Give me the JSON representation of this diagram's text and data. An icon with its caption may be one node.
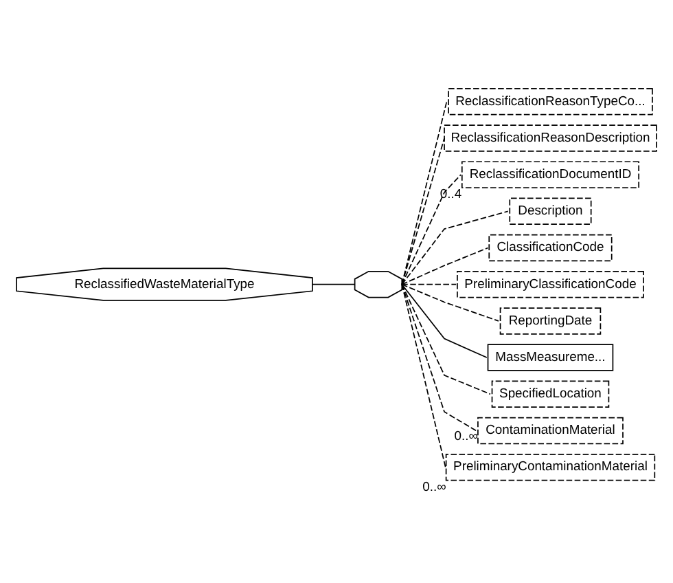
{
  "diagram": {
    "nodes": [
      {
        "text": [
          "ReclassifiedWasteMaterialType"
        ]
      },
      {
        "text": [],
        "shape": "octagon"
      },
      {
        "text": [
          "ReclassificationReasonTypeCo..."
        ]
      },
      {
        "text": [
          "ReclassificationReasonDescription"
        ]
      },
      {
        "text": [
          "ReclassificationDocumentID"
        ],
        "beside": [
          "0..4"
        ]
      },
      {
        "text": [
          "Description"
        ]
      },
      {
        "text": [
          "ClassificationCode"
        ]
      },
      {
        "text": [
          "PreliminaryClassificationCode"
        ]
      },
      {
        "text": [
          "ReportingDate"
        ]
      },
      {
        "text": [
          "MassMeasureme..."
        ]
      },
      {
        "text": [
          "SpecifiedLocation"
        ]
      },
      {
        "text": [
          "ContaminationMaterial"
        ],
        "beside": [
          "0..∞"
        ]
      },
      {
        "text": [
          "PreliminaryContaminationMaterial"
        ],
        "beside": [
          "0..∞"
        ]
      }
    ],
    "edges": [
      {
        "from": 0,
        "to": 1,
        "arrow": "none"
      },
      {
        "from": 1,
        "to": 2,
        "arrow": "none",
        "style": "dashed"
      },
      {
        "from": 1,
        "to": 3,
        "arrow": "none",
        "style": "dashed"
      },
      {
        "from": 1,
        "to": 4,
        "arrow": "none",
        "style": "dashed"
      },
      {
        "from": 1,
        "to": 5,
        "arrow": "none",
        "style": "dashed"
      },
      {
        "from": 1,
        "to": 6,
        "arrow": "none",
        "style": "dashed"
      },
      {
        "from": 1,
        "to": 7,
        "arrow": "none",
        "style": "dashed"
      },
      {
        "from": 1,
        "to": 8,
        "arrow": "none",
        "style": "dashed"
      },
      {
        "from": 1,
        "to": 9,
        "arrow": "none"
      },
      {
        "from": 1,
        "to": 10,
        "arrow": "none",
        "style": "dashed"
      },
      {
        "from": 1,
        "to": 11,
        "arrow": "none",
        "style": "dashed"
      },
      {
        "from": 1,
        "to": 12,
        "arrow": "none",
        "style": "dashed"
      }
    ]
  }
}
